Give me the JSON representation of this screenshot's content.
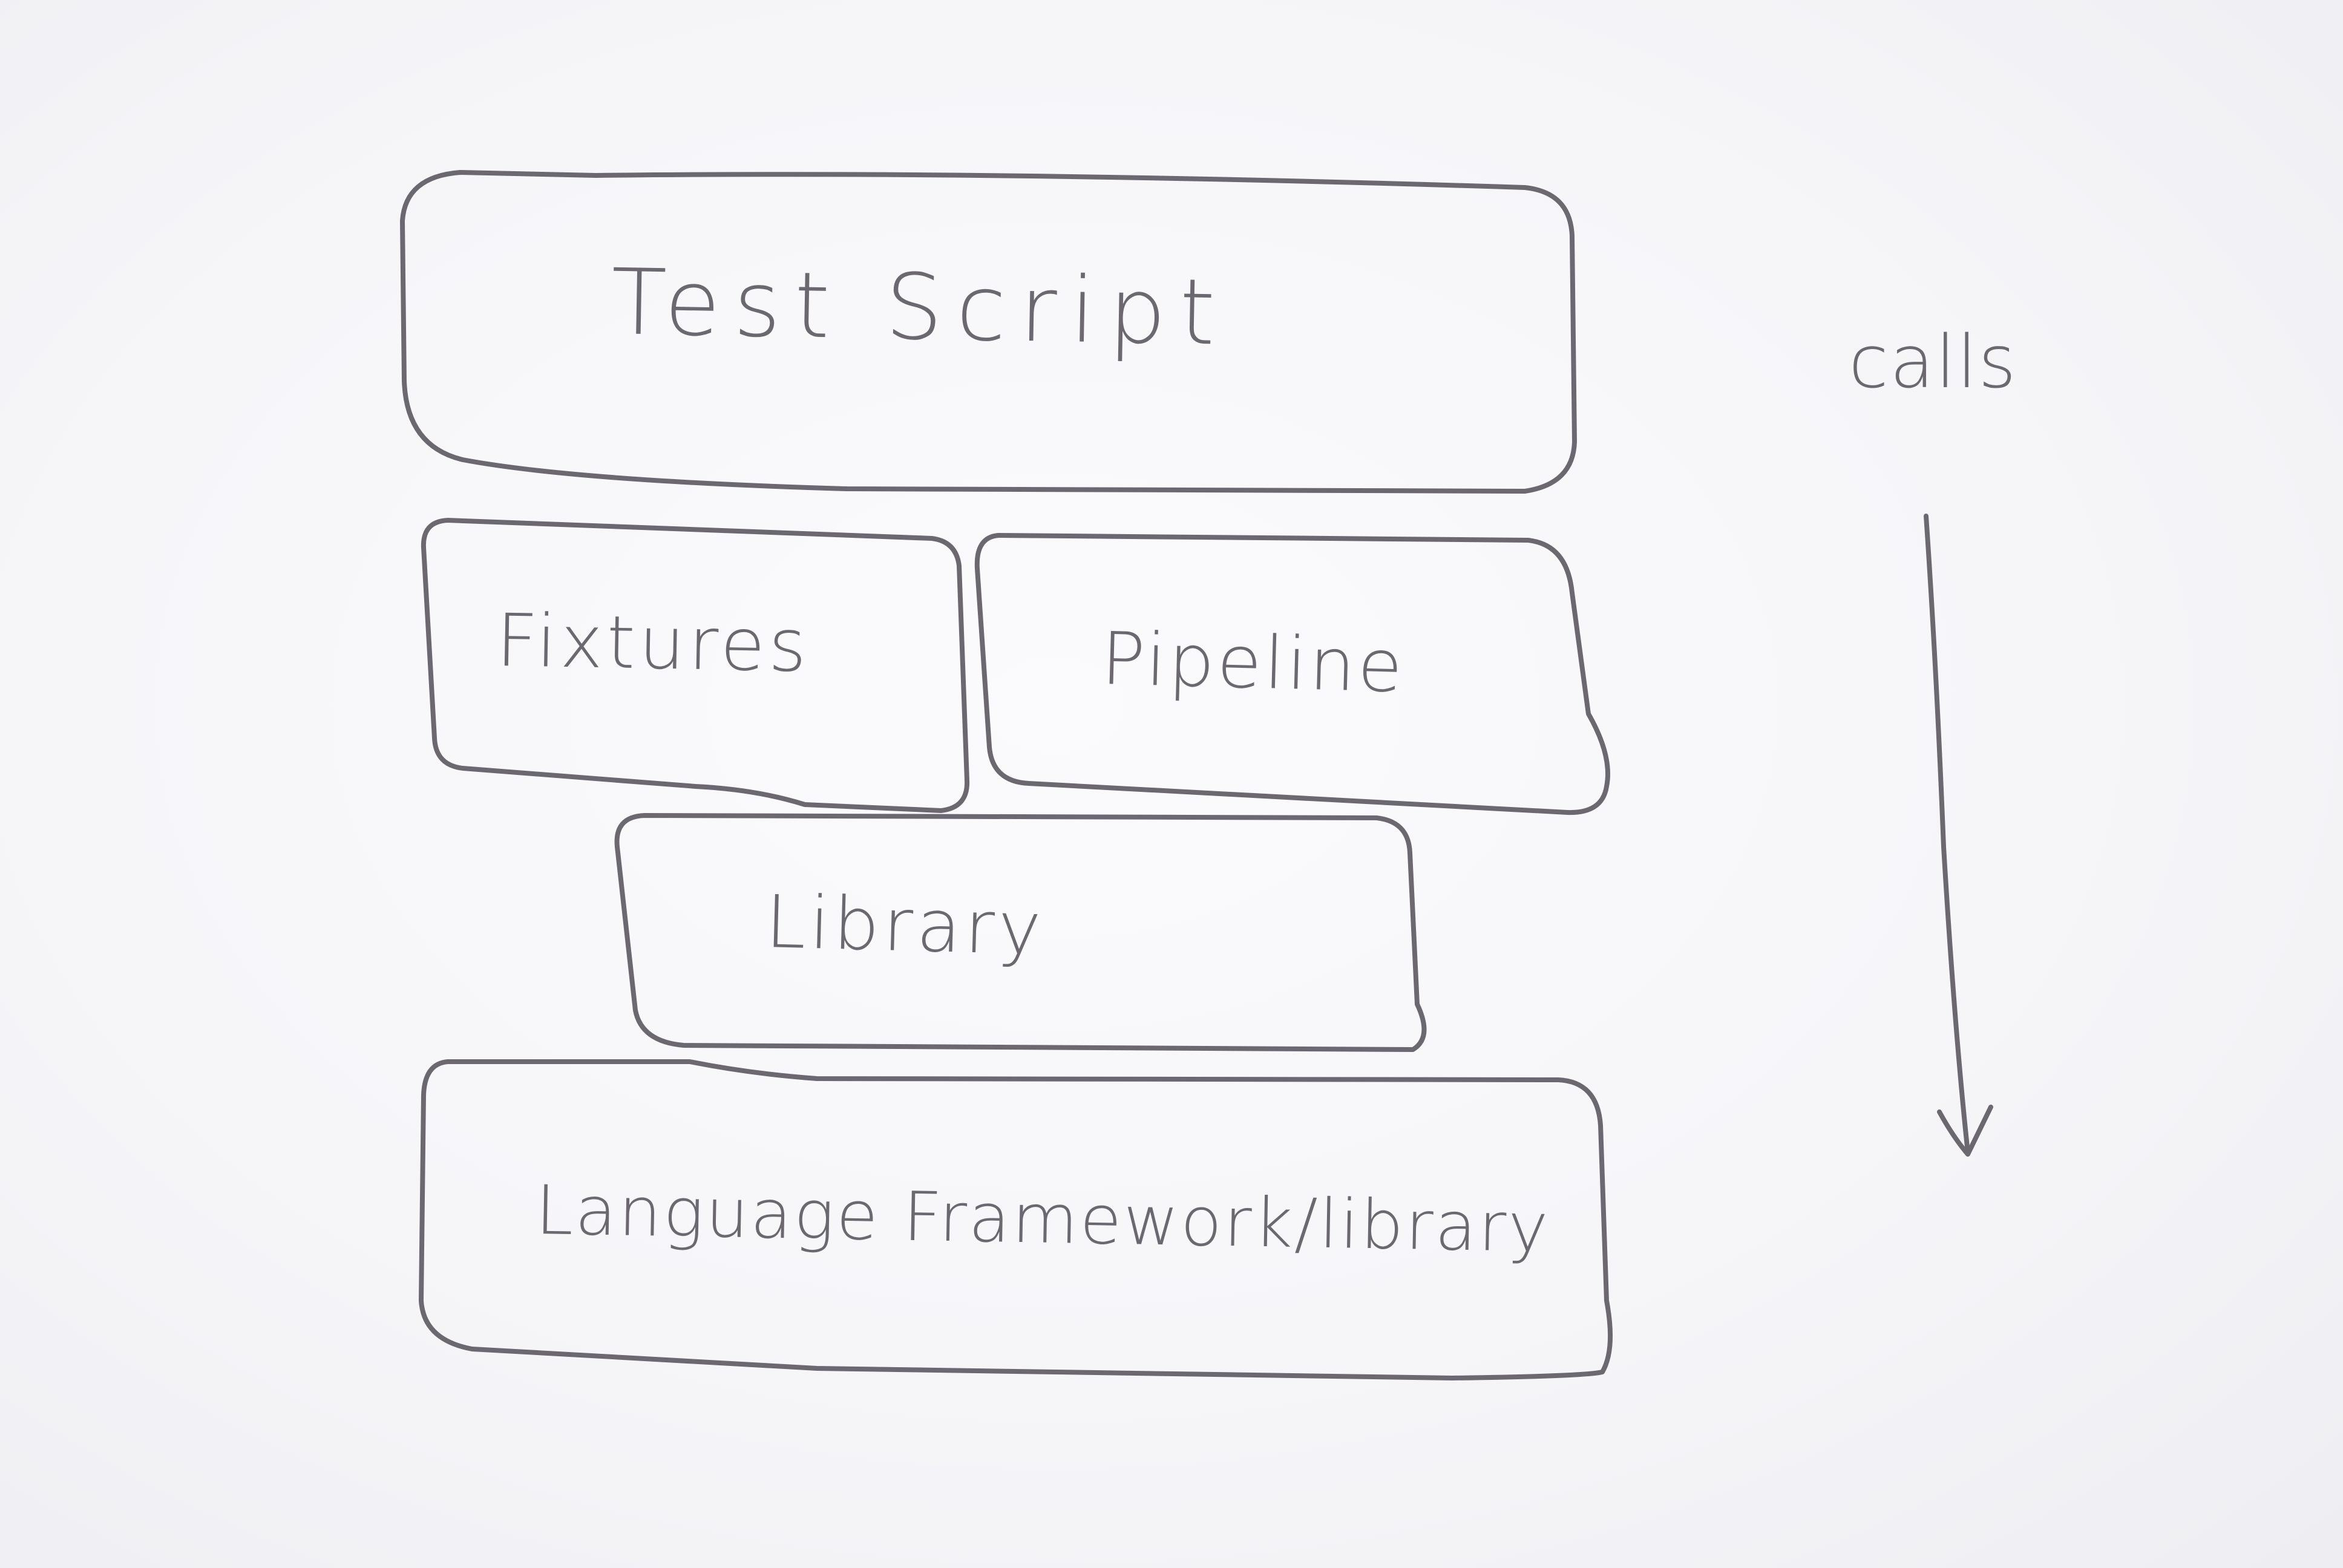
{
  "diagram": {
    "layers": {
      "test_script": "Test Script",
      "fixtures": "Fixtures",
      "pipeline": "Pipeline",
      "library": "Library",
      "language": "Language Framework/library"
    },
    "direction_label": "calls",
    "ink_color": "#6b6870",
    "paper_color": "#f7f7fa"
  }
}
